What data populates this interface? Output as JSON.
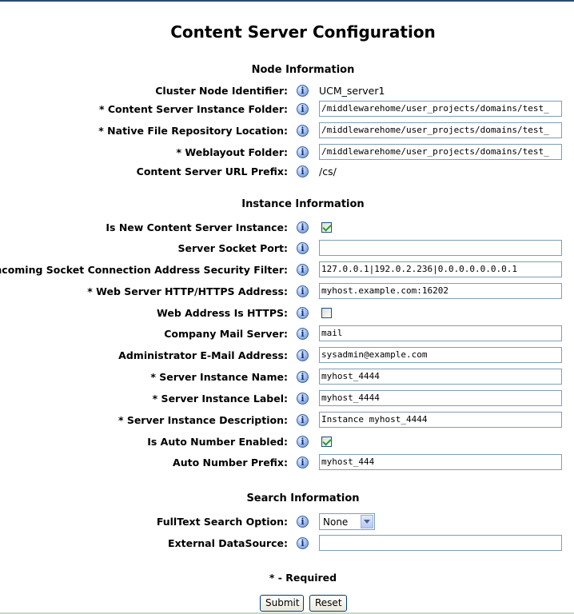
{
  "title": "Content Server Configuration",
  "sections": {
    "node": "Node Information",
    "instance": "Instance Information",
    "search": "Search Information"
  },
  "node": {
    "cluster_node_id": {
      "label": "Cluster Node Identifier:",
      "value": "UCM_server1"
    },
    "instance_folder": {
      "label": "* Content Server Instance Folder:",
      "value": "/middlewarehome/user_projects/domains/test_"
    },
    "native_repo": {
      "label": "* Native File Repository Location:",
      "value": "/middlewarehome/user_projects/domains/test_"
    },
    "weblayout": {
      "label": "* Weblayout Folder:",
      "value": "/middlewarehome/user_projects/domains/test_"
    },
    "url_prefix": {
      "label": "Content Server URL Prefix:",
      "value": "/cs/"
    }
  },
  "instance": {
    "is_new": {
      "label": "Is New Content Server Instance:",
      "checked": true
    },
    "socket_port": {
      "label": "Server Socket Port:",
      "value": ""
    },
    "security_filter": {
      "label": "Incoming Socket Connection Address Security Filter:",
      "value": "127.0.0.1|192.0.2.236|0.0.0.0.0.0.0.1"
    },
    "http_address": {
      "label": "* Web Server HTTP/HTTPS Address:",
      "value": "myhost.example.com:16202"
    },
    "is_https": {
      "label": "Web Address Is HTTPS:",
      "checked": false
    },
    "mail_server": {
      "label": "Company Mail Server:",
      "value": "mail"
    },
    "admin_email": {
      "label": "Administrator E-Mail Address:",
      "value": "sysadmin@example.com"
    },
    "instance_name": {
      "label": "* Server Instance Name:",
      "value": "myhost_4444"
    },
    "instance_label": {
      "label": "* Server Instance Label:",
      "value": "myhost_4444"
    },
    "instance_desc": {
      "label": "* Server Instance Description:",
      "value": "Instance myhost_4444"
    },
    "auto_number": {
      "label": "Is Auto Number Enabled:",
      "checked": true
    },
    "auto_prefix": {
      "label": "Auto Number Prefix:",
      "value": "myhost_444"
    }
  },
  "search": {
    "fulltext": {
      "label": "FullText Search Option:",
      "selected": "None"
    },
    "datasource": {
      "label": "External DataSource:",
      "value": ""
    }
  },
  "required_note": "* - Required",
  "buttons": {
    "submit": "Submit",
    "reset": "Reset"
  },
  "icons": {
    "info": "info-icon",
    "dropdown": "chevron-down-icon",
    "check": "checkmark-icon"
  }
}
